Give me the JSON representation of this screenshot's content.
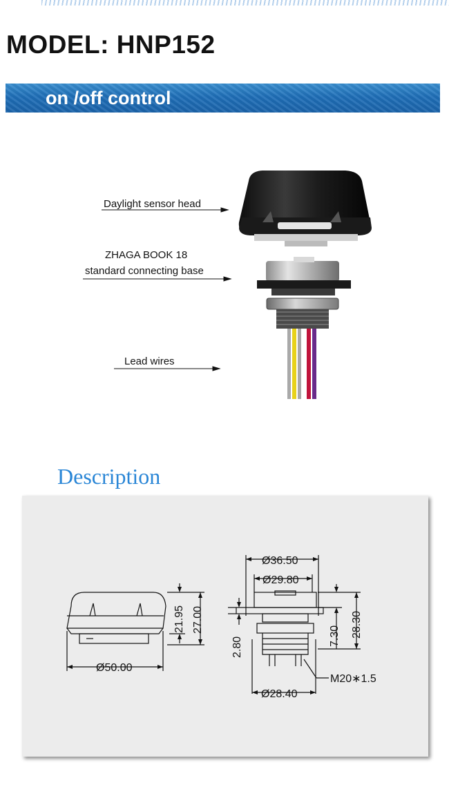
{
  "model_title": "MODEL: HNP152",
  "banner_label": "on /off control",
  "product_labels": {
    "sensor_head": "Daylight sensor head",
    "base_line1": "ZHAGA BOOK 18",
    "base_line2": "standard connecting base",
    "lead_wires": "Lead wires"
  },
  "description_title": "Description",
  "dimensions": {
    "height_total": "27.00",
    "height_head": "21.95",
    "diameter_head": "Ø50.00",
    "diameter_base_outer": "Ø36.50",
    "diameter_base_inner": "Ø29.80",
    "flange_thickness": "2.80",
    "height_upper": "7.30",
    "height_base": "28.30",
    "thread": "M20∗1.5",
    "diameter_nut": "Ø28.40"
  },
  "colors": {
    "banner": "#1f6fb8",
    "description_title": "#2a86d6",
    "wire_yellow": "#e8d21a",
    "wire_red": "#c0143c",
    "wire_purple": "#6a2a8a",
    "wire_gray": "#a9a9a9"
  }
}
